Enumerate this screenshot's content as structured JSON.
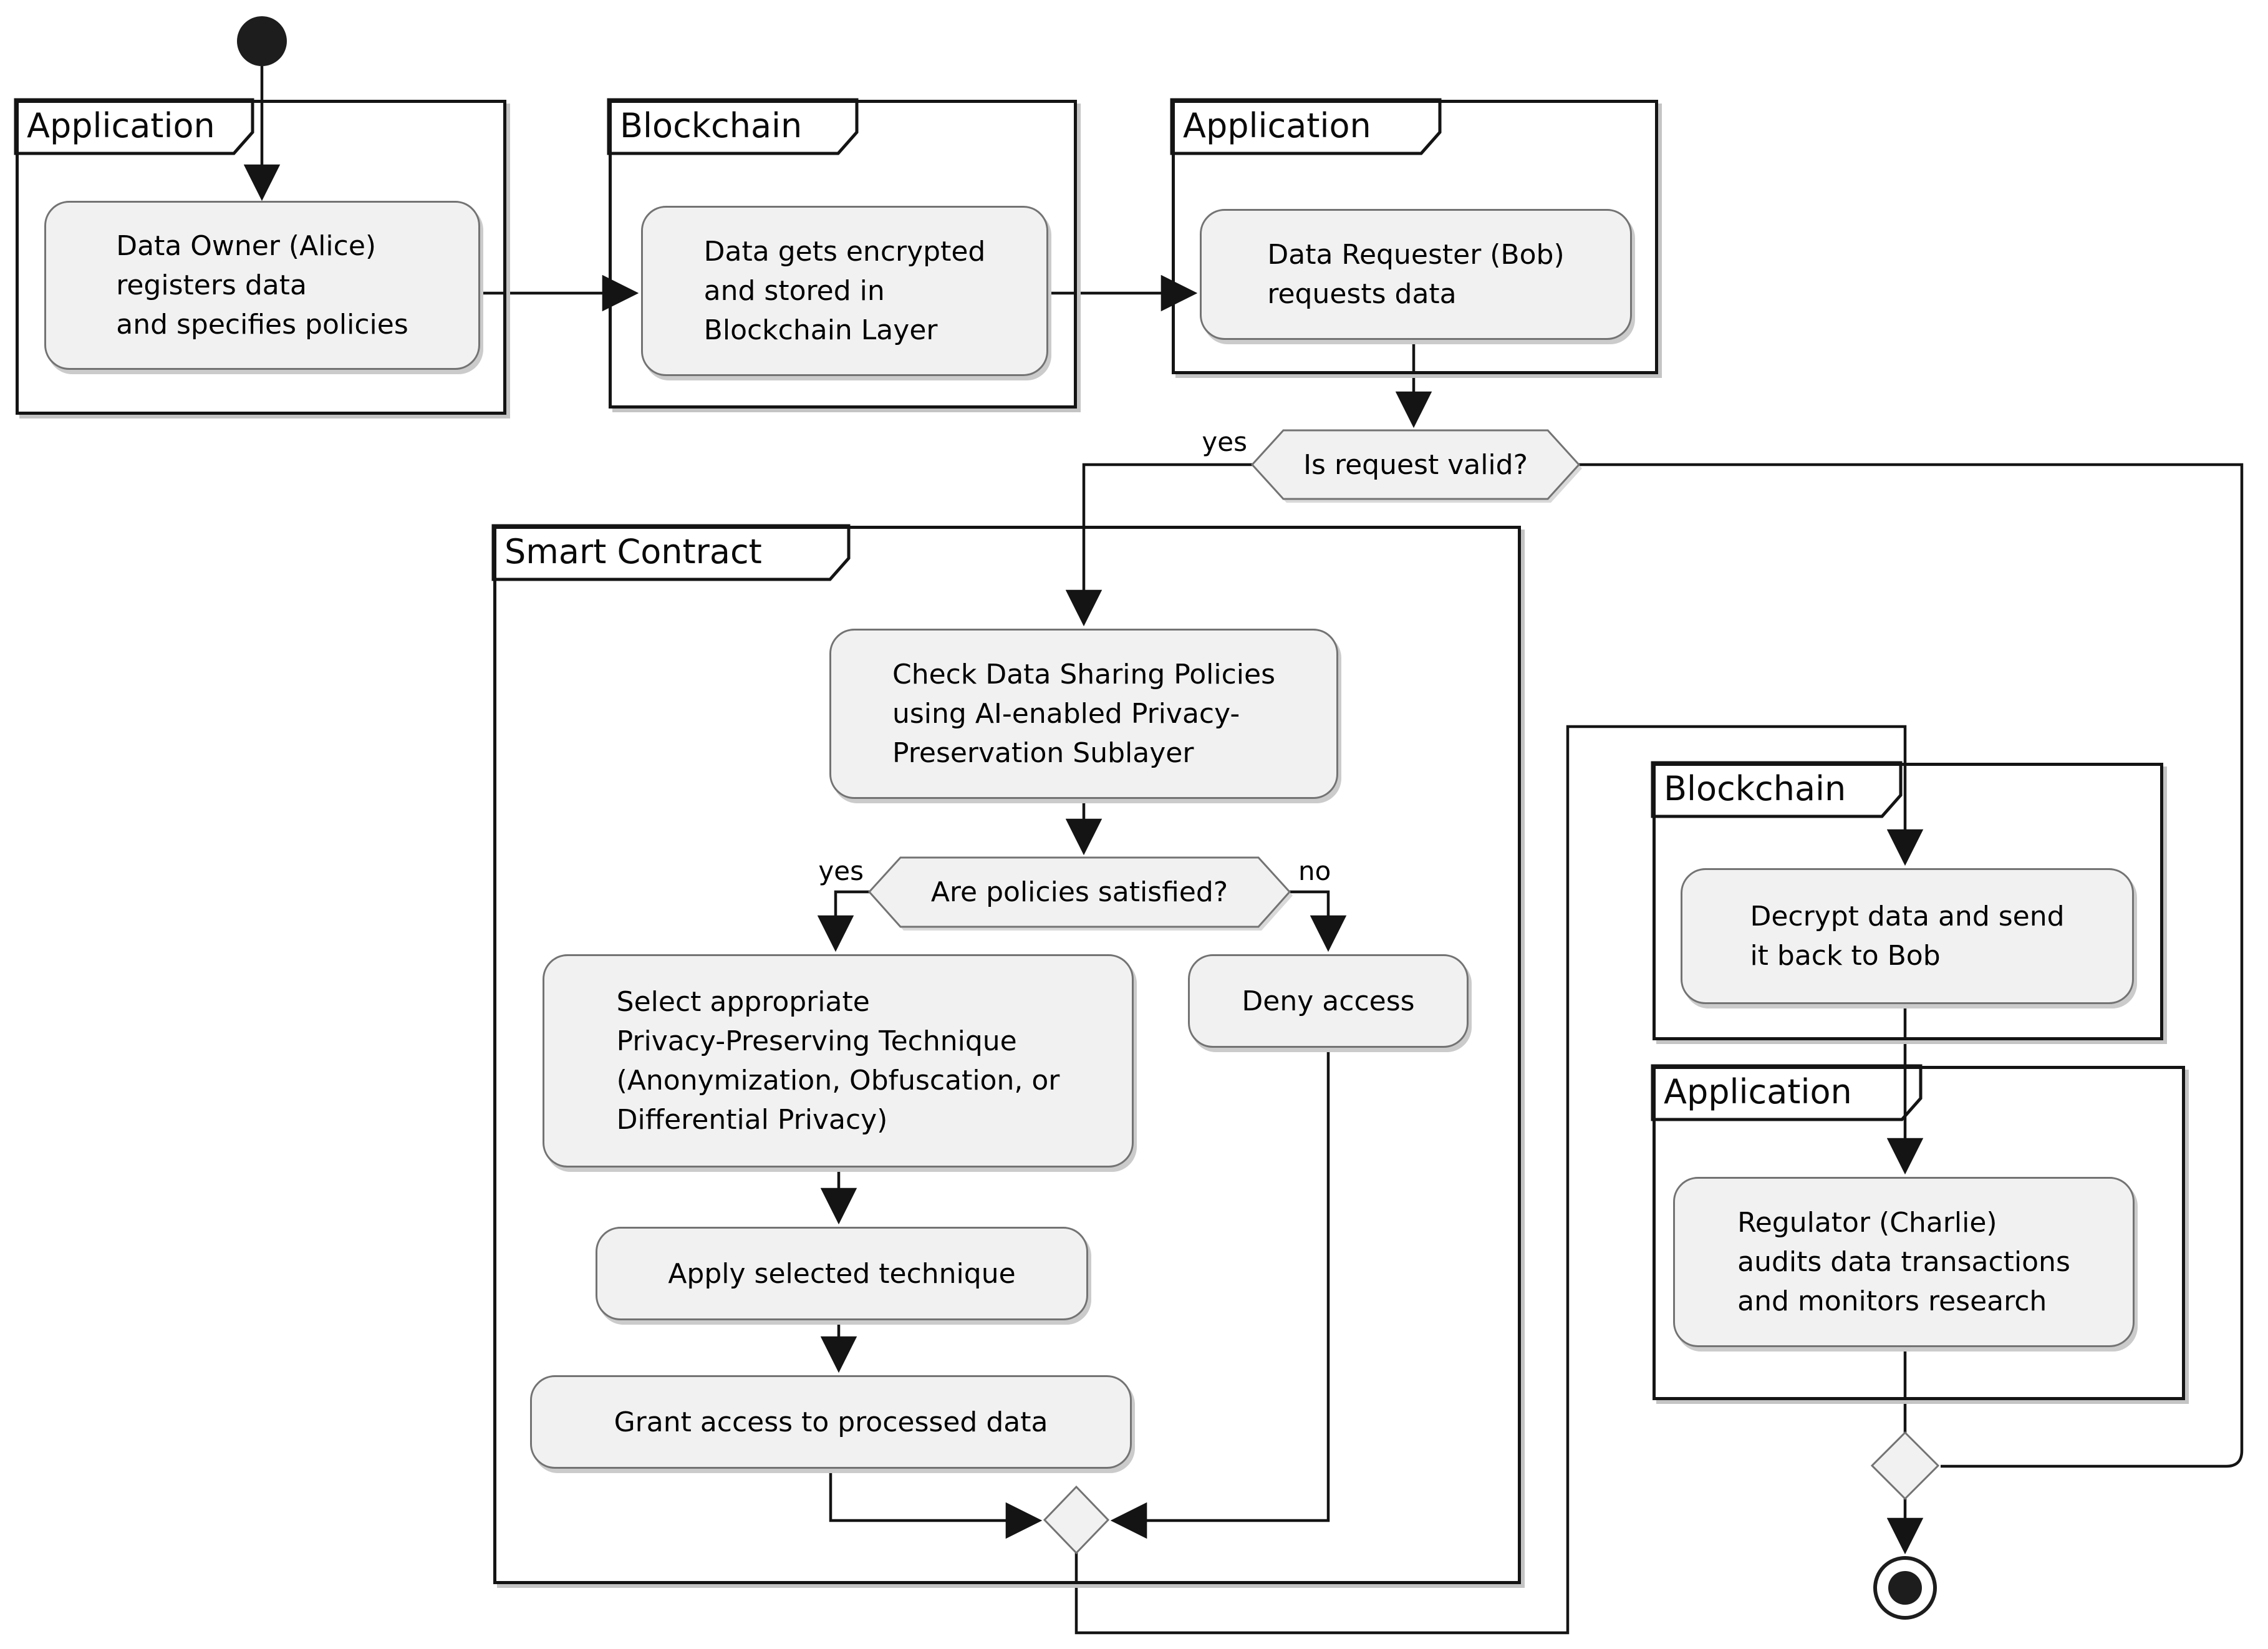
{
  "diagram_type": "uml-activity-diagram",
  "colors": {
    "background": "#ffffff",
    "node_fill": "#f1f1f1",
    "node_border": "#737373",
    "line": "#141414",
    "partition_border": "#141414",
    "text": "#000000"
  },
  "partitions": [
    {
      "id": "application-1",
      "label": "Application"
    },
    {
      "id": "blockchain-1",
      "label": "Blockchain"
    },
    {
      "id": "application-2",
      "label": "Application"
    },
    {
      "id": "smart-contract",
      "label": "Smart Contract"
    },
    {
      "id": "blockchain-2",
      "label": "Blockchain"
    },
    {
      "id": "application-3",
      "label": "Application"
    }
  ],
  "activities": [
    {
      "id": "register",
      "text": "Data Owner (Alice)\nregisters data\nand specifies policies"
    },
    {
      "id": "encrypt",
      "text": "Data gets encrypted\nand stored in\nBlockchain Layer"
    },
    {
      "id": "request",
      "text": "Data Requester (Bob)\nrequests data"
    },
    {
      "id": "check",
      "text": "Check Data Sharing Policies\nusing AI-enabled Privacy-\nPreservation Sublayer"
    },
    {
      "id": "select",
      "text": "Select appropriate\nPrivacy-Preserving Technique\n(Anonymization, Obfuscation, or\nDifferential Privacy)"
    },
    {
      "id": "apply",
      "text": "Apply selected technique"
    },
    {
      "id": "grant",
      "text": "Grant access to processed data"
    },
    {
      "id": "deny",
      "text": "Deny access"
    },
    {
      "id": "decrypt",
      "text": "Decrypt data and send\nit back to Bob"
    },
    {
      "id": "audit",
      "text": "Regulator (Charlie)\naudits data transactions\nand monitors research"
    }
  ],
  "decisions": [
    {
      "id": "request-valid",
      "text": "Is request valid?"
    },
    {
      "id": "policies-satisfied",
      "text": "Are policies satisfied?"
    }
  ],
  "edge_labels": [
    {
      "id": "request-valid-yes",
      "text": "yes"
    },
    {
      "id": "policies-yes",
      "text": "yes"
    },
    {
      "id": "policies-no",
      "text": "no"
    }
  ]
}
